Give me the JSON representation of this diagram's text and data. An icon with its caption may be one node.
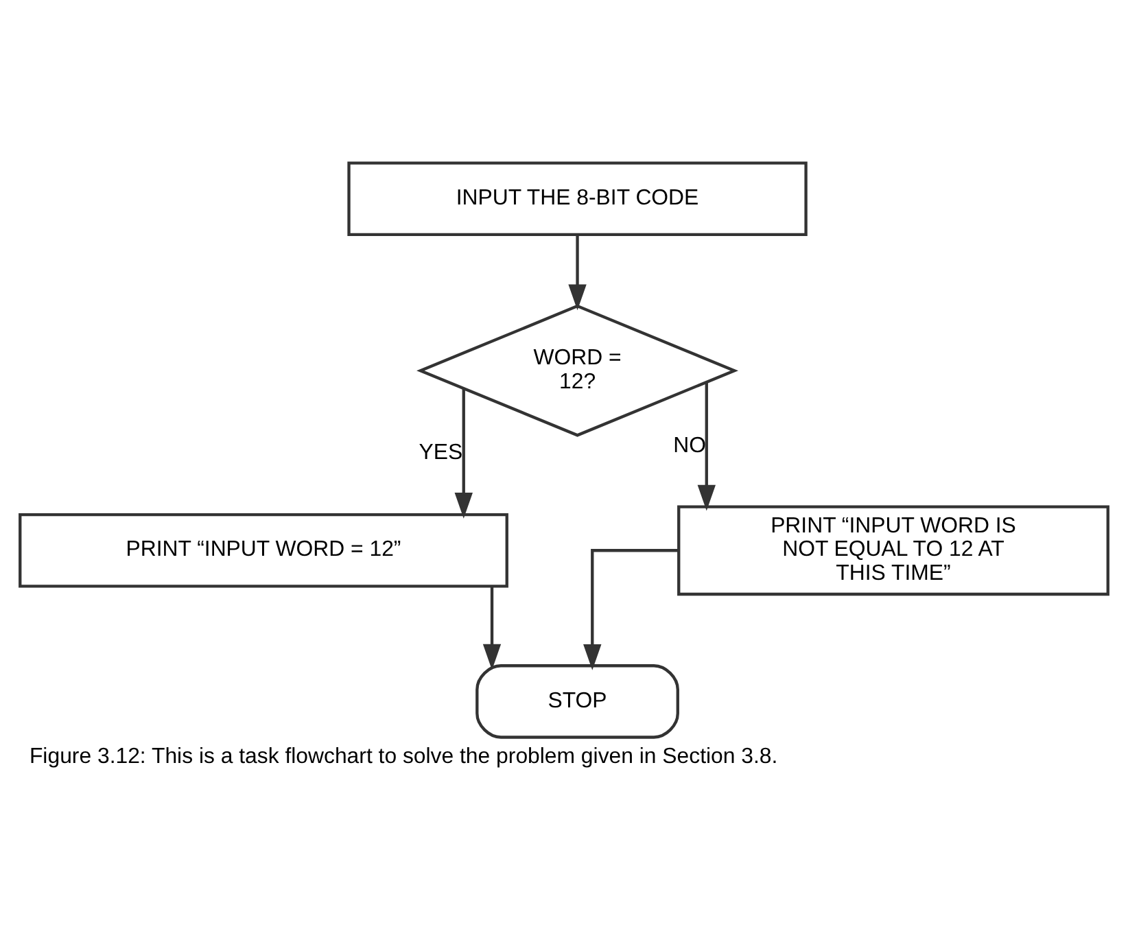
{
  "diagram": {
    "caption": "Figure 3.12: This is a task flowchart to solve the problem given in Section 3.8.",
    "nodes": [
      {
        "text": [
          "INPUT THE 8-BIT CODE"
        ]
      },
      {
        "text": [
          "WORD = 12?"
        ]
      },
      {
        "text": [
          "PRINT “INPUT WORD = 12”"
        ]
      },
      {
        "text": [
          "PRINT “INPUT WORD IS NOT EQUAL TO 12 AT THIS TIME”"
        ]
      },
      {
        "text": [
          "STOP"
        ]
      }
    ],
    "edges": [
      {
        "from": 0,
        "to": 1,
        "arrow": "to"
      },
      {
        "from": 1,
        "to": 2,
        "arrow": "to",
        "label": "YES"
      },
      {
        "from": 1,
        "to": 3,
        "arrow": "to",
        "label": "NO"
      },
      {
        "from": 2,
        "to": 4,
        "arrow": "to"
      },
      {
        "from": 3,
        "to": 4,
        "arrow": "to"
      }
    ]
  }
}
